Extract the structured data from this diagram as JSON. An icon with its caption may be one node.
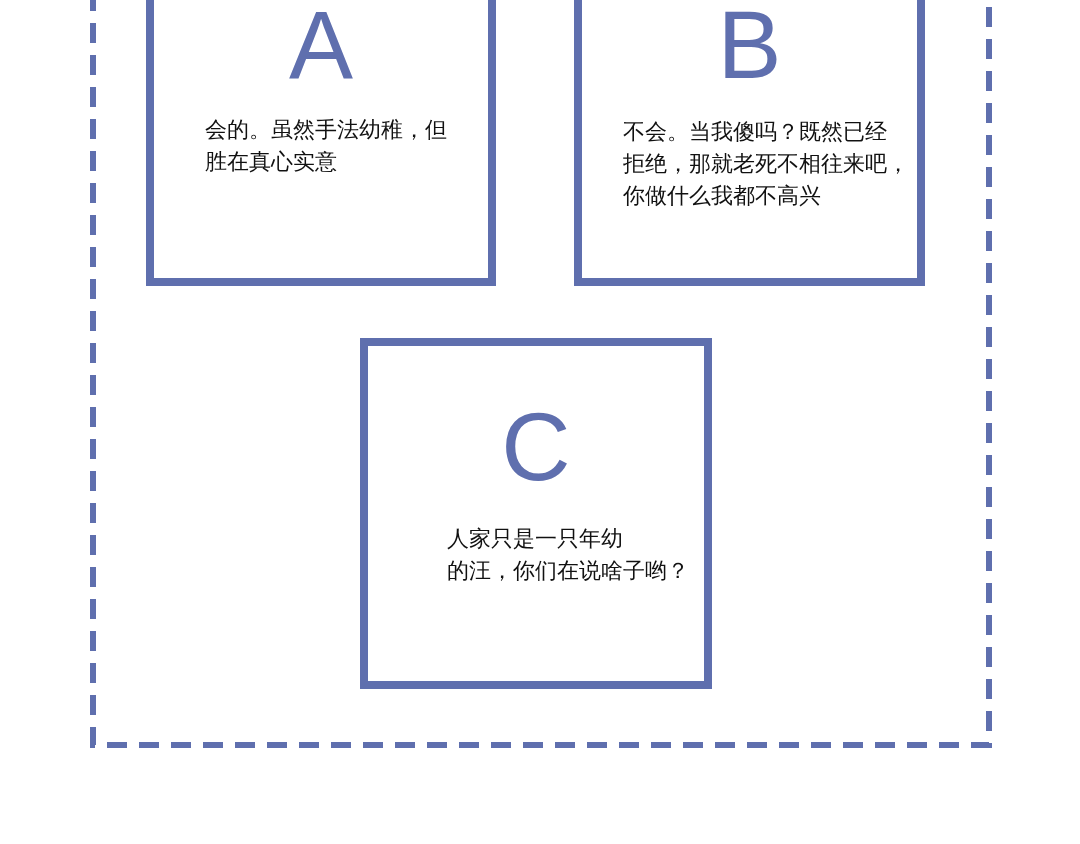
{
  "diagram": {
    "nodes": [
      {
        "text": [],
        "shape": "box"
      },
      {
        "text": [
          "A",
          "会的。虽然手法幼稚，但胜在真心实意"
        ],
        "in": 0
      },
      {
        "text": [
          "B",
          "不会。当我傻吗？既然已经拒绝，那就老死不相往来吧，你做什么我都不高兴"
        ],
        "in": 0
      },
      {
        "text": [
          "C",
          "人家只是一只年幼的汪，你们在说啥子哟？"
        ],
        "in": 0
      }
    ]
  }
}
